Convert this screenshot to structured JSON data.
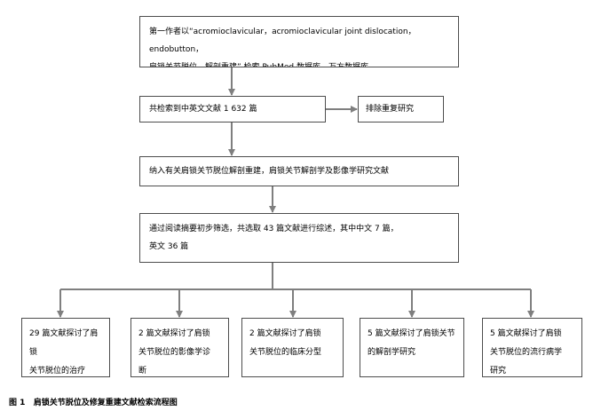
{
  "flowchart": {
    "search": "第一作者以“acromioclavicular，acromioclavicular joint dislocation，endobutton，\n肩锁关节脱位，解剖重建” 检索 PubMed 数据库、万方数据库",
    "total": "共检索到中英文文献 1 632 篇",
    "exclude": "排除重复研究",
    "include": "纳入有关肩锁关节脱位解剖重建，肩锁关节解剖学及影像学研究文献",
    "screen": "通过阅读摘要初步筛选，共选取 43 篇文献进行综述，其中中文 7 篇，\n英文 36 篇",
    "leaves": [
      "29 篇文献探讨了肩锁\n关节脱位的治疗",
      "2 篇文献探讨了肩锁\n关节脱位的影像学诊\n断",
      "2 篇文献探讨了肩锁\n关节脱位的临床分型",
      "5 篇文献探讨了肩锁关节\n的解剖学研究",
      "5 篇文献探讨了肩锁\n关节脱位的流行病学\n研究"
    ]
  },
  "caption": "图 1   肩锁关节脱位及修复重建文献检索流程图",
  "colors": {
    "line": "#7f7f7f",
    "border": "#4d4d4d"
  }
}
